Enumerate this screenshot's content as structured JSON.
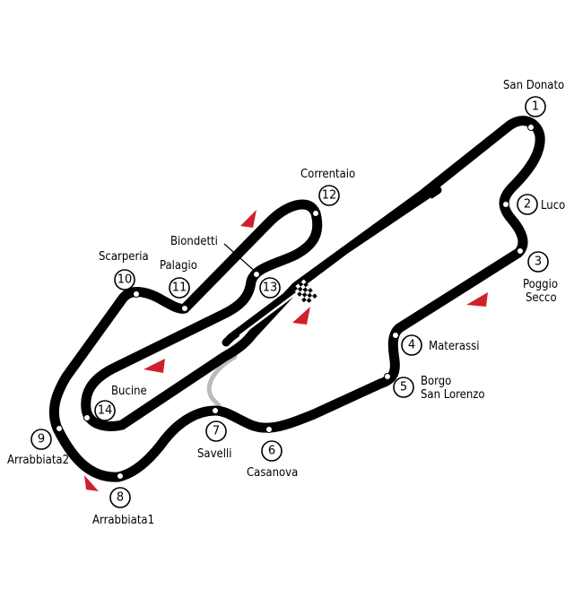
{
  "corners": [
    {
      "number": "1",
      "name": "San Donato"
    },
    {
      "number": "2",
      "name": "Luco"
    },
    {
      "number": "3",
      "name": "Poggio",
      "name2": "Secco"
    },
    {
      "number": "4",
      "name": "Materassi"
    },
    {
      "number": "5",
      "name": "Borgo",
      "name2": "San Lorenzo"
    },
    {
      "number": "6",
      "name": "Casanova"
    },
    {
      "number": "7",
      "name": "Savelli"
    },
    {
      "number": "8",
      "name": "Arrabbiata1"
    },
    {
      "number": "9",
      "name": "Arrabbiata2"
    },
    {
      "number": "10",
      "name": "Scarperia"
    },
    {
      "number": "11",
      "name": "Palagio"
    },
    {
      "number": "12",
      "name": "Correntaio"
    },
    {
      "number": "13",
      "name": "Biondetti"
    },
    {
      "number": "14",
      "name": "Bucine"
    }
  ],
  "colors": {
    "track": "#000000",
    "pit_lane": "#bbbbbb",
    "direction_arrow": "#d0202a",
    "finish_flag": "checkered"
  }
}
